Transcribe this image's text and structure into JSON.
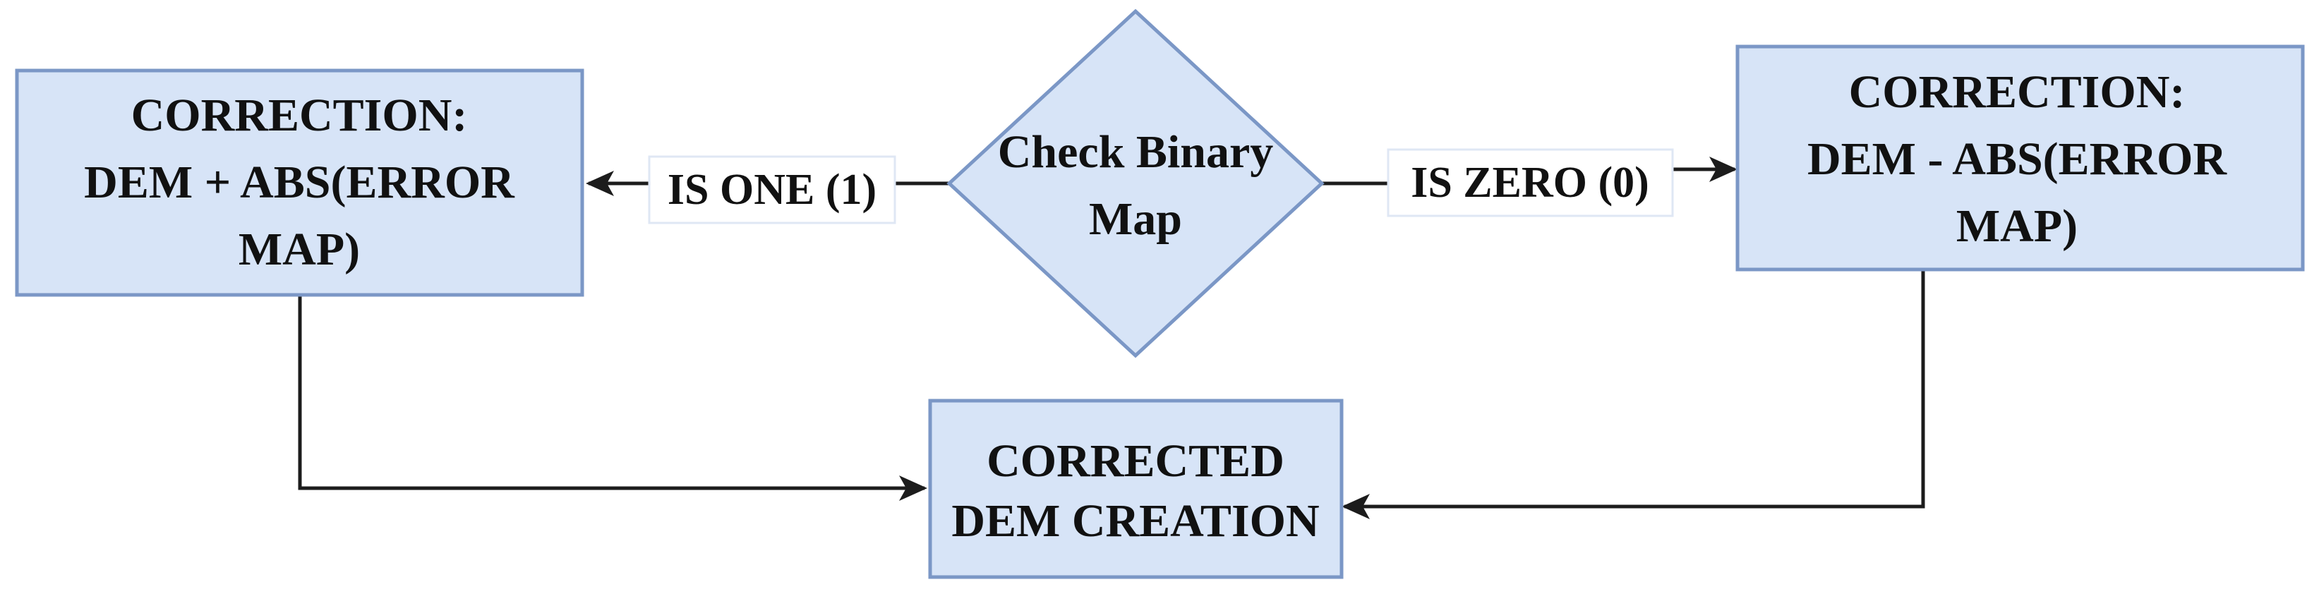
{
  "nodes": {
    "left_box": {
      "lines": [
        "CORRECTION:",
        "DEM + ABS(ERROR",
        "MAP)"
      ]
    },
    "decision": {
      "lines": [
        "Check Binary",
        "Map"
      ]
    },
    "right_box": {
      "lines": [
        "CORRECTION:",
        "DEM - ABS(ERROR",
        "MAP)"
      ]
    },
    "bottom_box": {
      "lines": [
        "CORRECTED",
        "DEM CREATION"
      ]
    }
  },
  "edges": {
    "to_left": {
      "label": "IS ONE (1)"
    },
    "to_right": {
      "label": "IS ZERO (0)"
    }
  },
  "colors": {
    "node_fill": "#d7e4f7",
    "node_border": "#7b97c6",
    "line": "#1c1c1c"
  }
}
